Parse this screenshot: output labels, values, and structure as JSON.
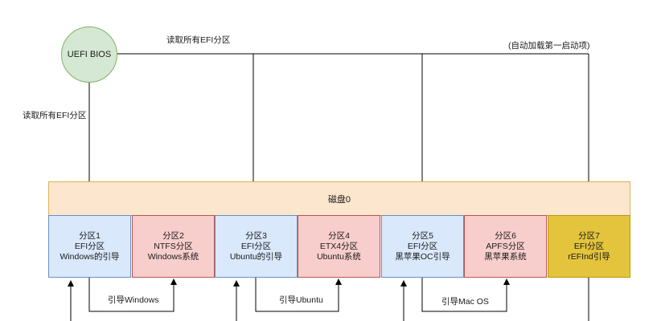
{
  "uefi": {
    "label": "UEFI BIOS"
  },
  "labels": {
    "read_top": "读取所有EFI分区",
    "read_left": "读取所有EFI分区",
    "auto_load": "(自动加载第一启动项)",
    "boot_windows": "引导Windows",
    "boot_ubuntu": "引导Ubuntu",
    "boot_macos": "引导Mac OS"
  },
  "disk": {
    "label": "磁盘0"
  },
  "partitions": [
    {
      "lines": [
        "分区1",
        "EFI分区",
        "Windows的引导"
      ],
      "color": "#dae8fc"
    },
    {
      "lines": [
        "分区2",
        "NTFS分区",
        "Windows系统"
      ],
      "color": "#f8cecc"
    },
    {
      "lines": [
        "分区3",
        "EFI分区",
        "Ubuntu的引导"
      ],
      "color": "#dae8fc"
    },
    {
      "lines": [
        "分区4",
        "ETX4分区",
        "Ubuntu系统"
      ],
      "color": "#f8cecc"
    },
    {
      "lines": [
        "分区5",
        "EFI分区",
        "黑苹果OC引导"
      ],
      "color": "#dae8fc"
    },
    {
      "lines": [
        "分区6",
        "APFS分区",
        "黑苹果系统"
      ],
      "color": "#f8cecc"
    },
    {
      "lines": [
        "分区7",
        "EFI分区",
        "rEFInd引导"
      ],
      "color": "#e3c43c"
    }
  ]
}
